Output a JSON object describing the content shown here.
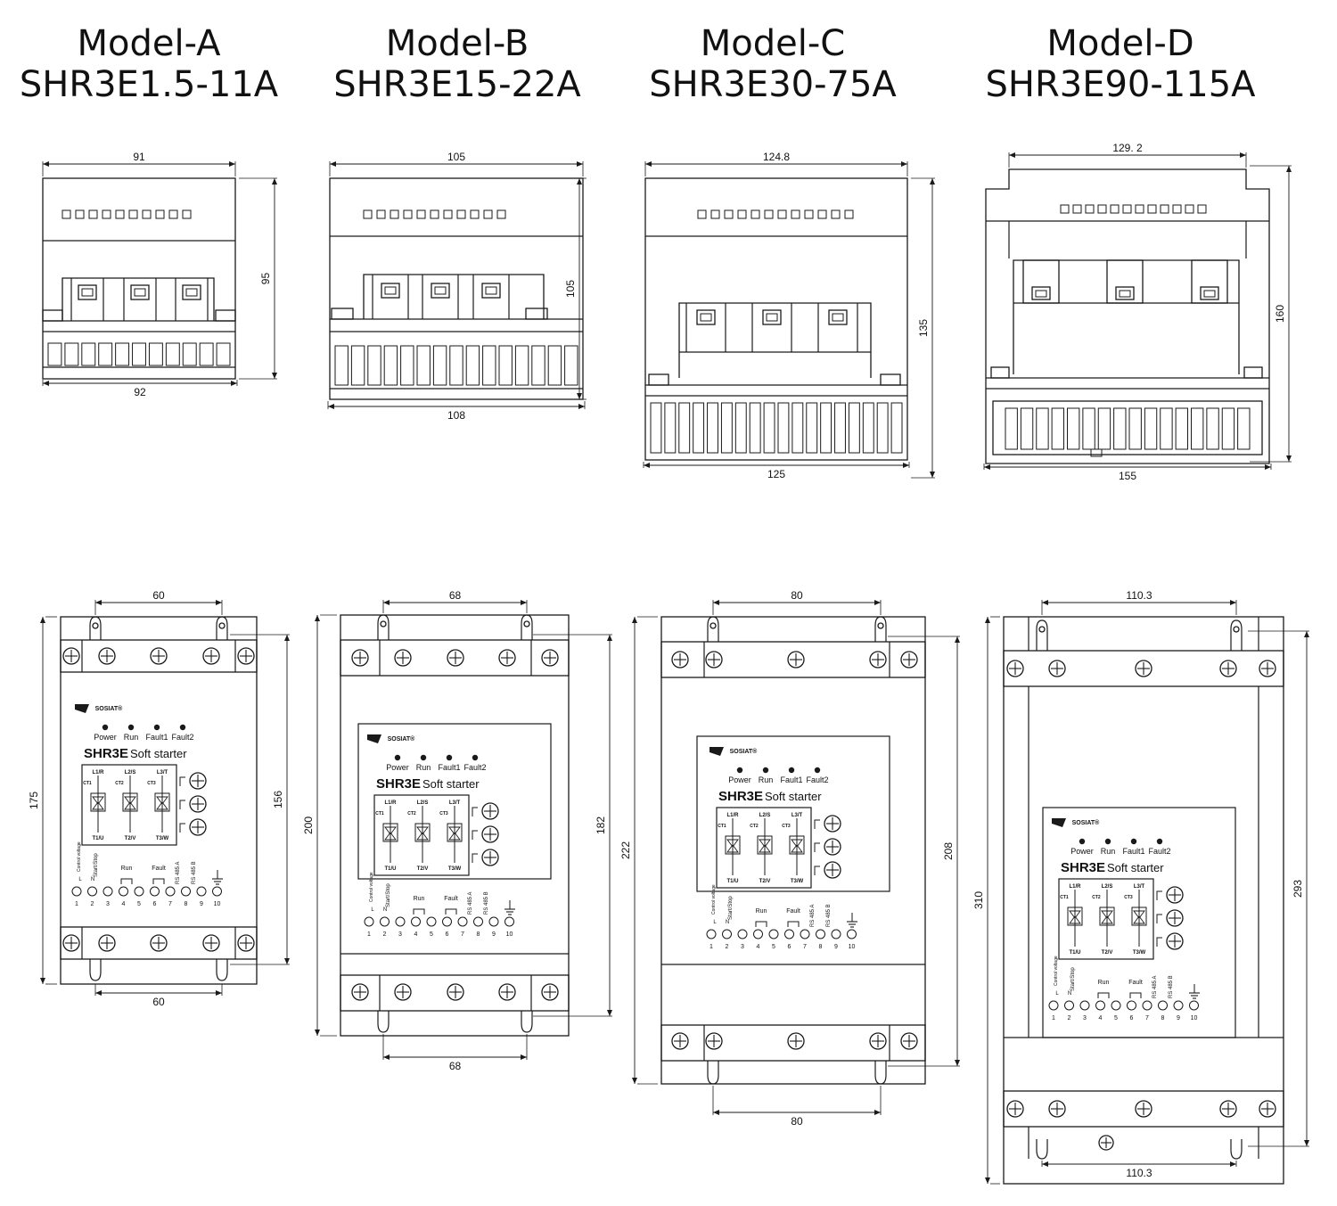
{
  "models": [
    {
      "name": "Model-A",
      "series": "SHR3E1.5-11A",
      "front": {
        "top_width": "91",
        "bottom_width": "92",
        "height": "95"
      },
      "panel": {
        "mount_top": "60",
        "mount_bottom": "60",
        "height_total": "175",
        "height_mount": "156"
      }
    },
    {
      "name": "Model-B",
      "series": "SHR3E15-22A",
      "front": {
        "top_width": "105",
        "bottom_width": "108",
        "height": "105"
      },
      "panel": {
        "mount_top": "68",
        "mount_bottom": "68",
        "height_total": "200",
        "height_mount": "182"
      }
    },
    {
      "name": "Model-C",
      "series": "SHR3E30-75A",
      "front": {
        "top_width": "124.8",
        "bottom_width": "125",
        "height": "135"
      },
      "panel": {
        "mount_top": "80",
        "mount_bottom": "80",
        "height_total": "222",
        "height_mount": "208"
      }
    },
    {
      "name": "Model-D",
      "series": "SHR3E90-115A",
      "front": {
        "top_width": "129. 2",
        "bottom_width": "155",
        "height": "160"
      },
      "panel": {
        "mount_top": "110.3",
        "mount_bottom": "110.3",
        "height_total": "310",
        "height_mount": "293"
      }
    }
  ],
  "label": {
    "brand": "SOSIAT",
    "brand_mark": "®",
    "product": "SHR3E",
    "product_desc": "Soft starter",
    "leds": [
      "Power",
      "Run",
      "Fault1",
      "Fault2"
    ],
    "phases_in": [
      "L1/R",
      "L2/S",
      "L3/T"
    ],
    "phases_out": [
      "T1/U",
      "T2/V",
      "T3/W"
    ],
    "ct": [
      "CT1",
      "CT2",
      "CT3"
    ],
    "terminal_numbers": [
      "1",
      "2",
      "3",
      "4",
      "5",
      "6",
      "7",
      "8",
      "9",
      "10"
    ],
    "terminal_groups": [
      "Control voltage",
      "Start/Stop",
      "Run",
      "Fault",
      "RS 485 A",
      "RS 485 B"
    ],
    "terminal_l": "L",
    "terminal_n": "N"
  },
  "colors": {
    "line": "#1a1a1a",
    "dim": "#333333",
    "text": "#111111"
  }
}
